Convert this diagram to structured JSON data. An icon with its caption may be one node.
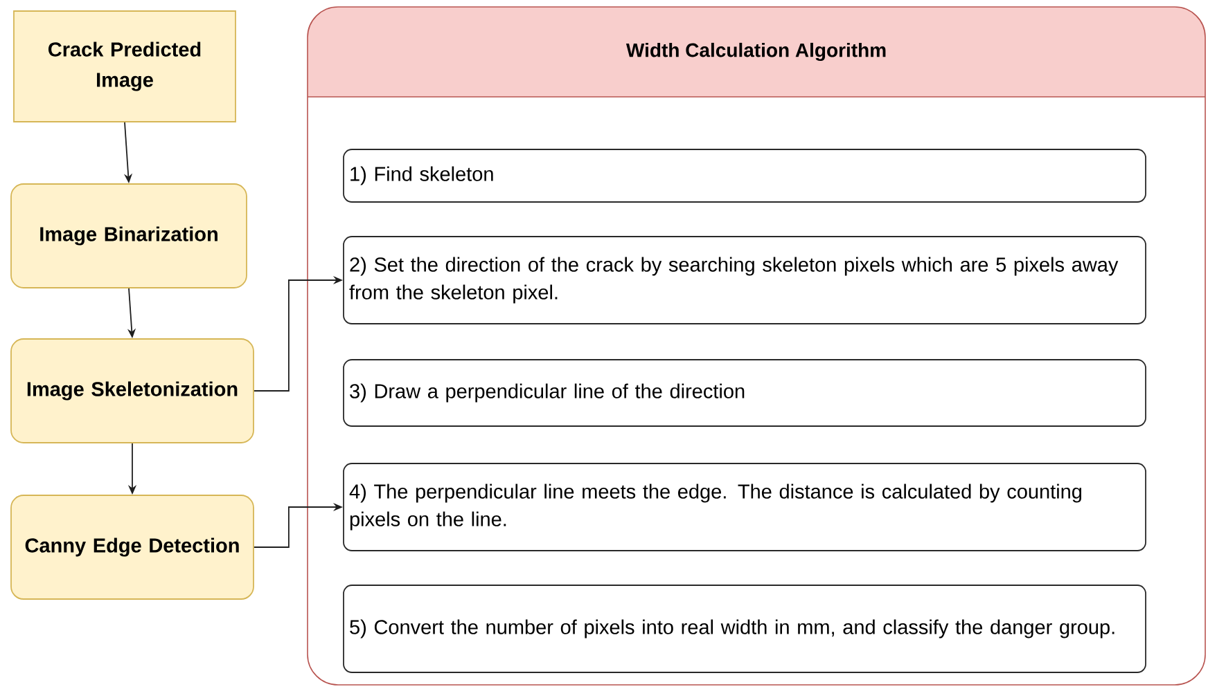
{
  "diagram": {
    "nodes": [
      {
        "text": [
          "Crack Predicted Image"
        ]
      },
      {
        "text": [
          "Image Binarization"
        ]
      },
      {
        "text": [
          "Image Skeletonization"
        ]
      },
      {
        "text": [
          "Canny Edge Detection"
        ]
      },
      {
        "text": [
          "Width Calculation Algorithm"
        ]
      },
      {
        "text": [
          "1) Find skeleton"
        ],
        "in": 4
      },
      {
        "text": [
          "2) Set the direction of the crack by searching skeleton pixels which are 5 pixels away from the skeleton pixel."
        ],
        "in": 4
      },
      {
        "text": [
          "3) Draw a perpendicular line of the direction"
        ],
        "in": 4
      },
      {
        "text": [
          "4) The perpendicular line meets the edge. The distance is calculated by counting pixels on the line."
        ],
        "in": 4
      },
      {
        "text": [
          "5) Convert the number of pixels into real width in mm, and classify the danger group."
        ],
        "in": 4
      }
    ],
    "edges": [
      {
        "from": 0,
        "to": 1,
        "arrow": "to"
      },
      {
        "from": 1,
        "to": 2,
        "arrow": "to"
      },
      {
        "from": 2,
        "to": 3,
        "arrow": "to"
      },
      {
        "from": 2,
        "to": 6,
        "arrow": "to"
      },
      {
        "from": 3,
        "to": 8,
        "arrow": "to"
      }
    ]
  }
}
